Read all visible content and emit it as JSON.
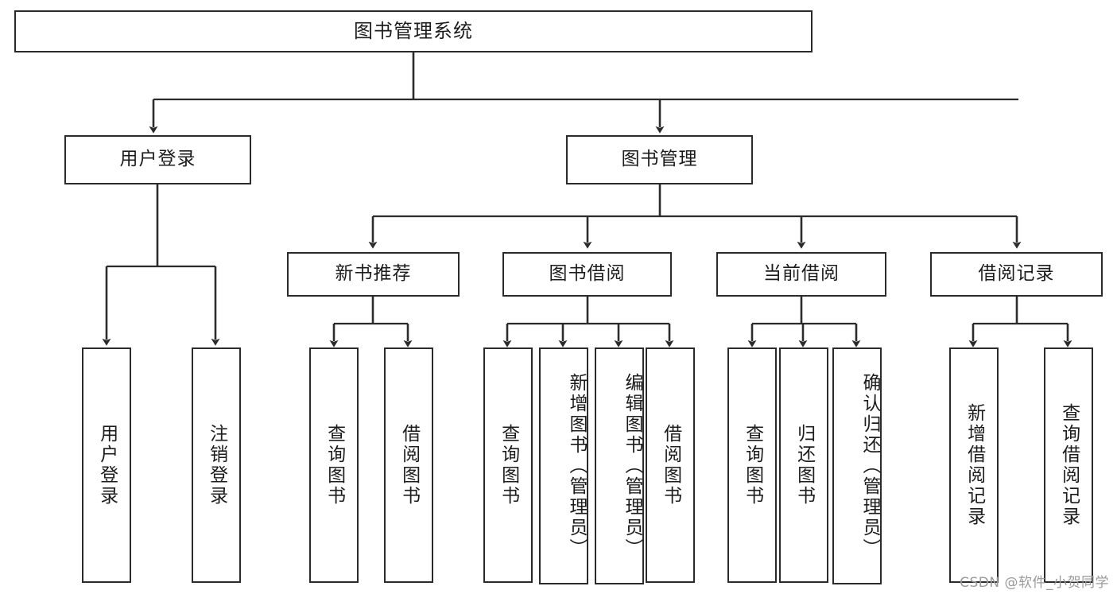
{
  "diagram": {
    "title": "图书管理系统",
    "type": "tree-hierarchy-chart",
    "watermark": "CSDN @软件_小贺同学",
    "colors": {
      "stroke": "#2b2b2b",
      "fill": "#ffffff",
      "text": "#1c1c1c",
      "watermark": "#9a9a9a"
    },
    "levels": {
      "level1": [
        "图书管理系统"
      ],
      "level2": [
        "用户登录",
        "图书管理"
      ],
      "level3": [
        "新书推荐",
        "图书借阅",
        "当前借阅",
        "借阅记录"
      ],
      "level4": [
        "用户登录",
        "注销登录",
        "查询图书",
        "借阅图书",
        "查询图书",
        "新增图书（管理员）",
        "编辑图书（管理员）",
        "借阅图书",
        "查询图书",
        "归还图书",
        "确认归还（管理员）",
        "新增借阅记录",
        "查询借阅记录"
      ]
    },
    "nodes": {
      "root": {
        "label": "图书管理系统"
      },
      "user_login": {
        "label": "用户登录"
      },
      "book_mgmt": {
        "label": "图书管理"
      },
      "new_book_rec": {
        "label": "新书推荐"
      },
      "book_borrow": {
        "label": "图书借阅"
      },
      "current_borrow": {
        "label": "当前借阅"
      },
      "borrow_record": {
        "label": "借阅记录"
      },
      "leaf_user_login": {
        "label": "用户登录"
      },
      "leaf_logout": {
        "label": "注销登录"
      },
      "leaf_query_book_1": {
        "label": "查询图书"
      },
      "leaf_borrow_book_1": {
        "label": "借阅图书"
      },
      "leaf_query_book_2": {
        "label": "查询图书"
      },
      "leaf_add_book_admin": {
        "label": "新增图书（管理员）"
      },
      "leaf_edit_book_admin": {
        "label": "编辑图书（管理员）"
      },
      "leaf_borrow_book_2": {
        "label": "借阅图书"
      },
      "leaf_query_book_3": {
        "label": "查询图书"
      },
      "leaf_return_book": {
        "label": "归还图书"
      },
      "leaf_confirm_return_admin": {
        "label": "确认归还（管理员）"
      },
      "leaf_add_record": {
        "label": "新增借阅记录"
      },
      "leaf_query_record": {
        "label": "查询借阅记录"
      }
    }
  }
}
